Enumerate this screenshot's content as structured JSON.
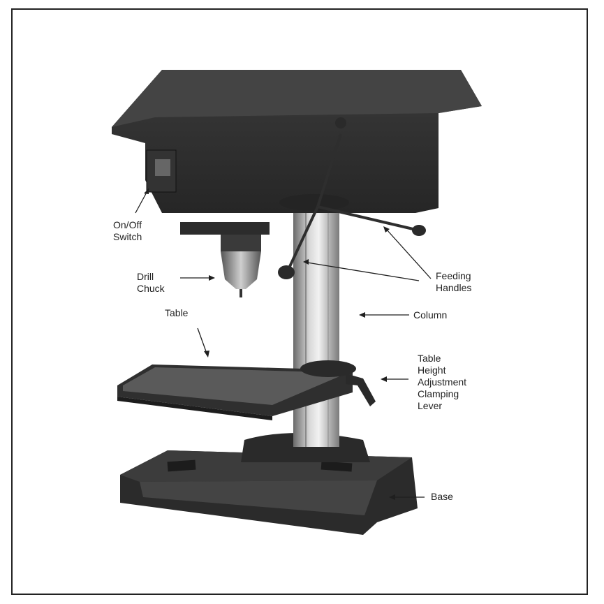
{
  "labels": {
    "on_off": [
      "On/Off",
      "Switch"
    ],
    "drill_chuck": [
      "Drill",
      "Chuck"
    ],
    "table": "Table",
    "feeding": [
      "Feeding",
      "Handles"
    ],
    "column": "Column",
    "table_height": [
      "Table",
      "Height",
      "Adjustment",
      "Clamping",
      "Lever"
    ],
    "base": "Base"
  },
  "colors": {
    "ink": "#1f1f1f",
    "dark_metal": "#2e2e2e",
    "mid_metal": "#5a5a5a",
    "light_metal": "#bdbdbd",
    "frame": "#222222"
  }
}
